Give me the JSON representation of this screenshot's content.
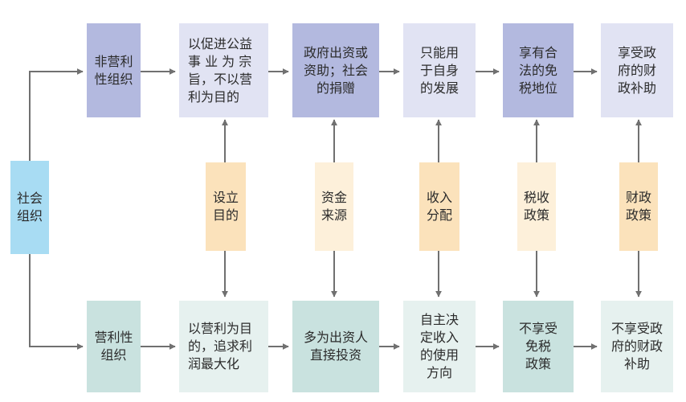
{
  "diagram": {
    "root": "社会\n组织",
    "top_row": [
      "非营利\n性组织",
      "以促进公益\n事 业 为 宗\n旨，不以营\n利为目的",
      "政府出资或\n资助；社会\n的捐赠",
      "只能用\n于自身\n的发展",
      "享有合\n法的免\n税地位",
      "享受政\n府的财\n政补助"
    ],
    "middle_row": [
      "设立\n目的",
      "资金\n来源",
      "收入\n分配",
      "税收\n政策",
      "财政\n政策"
    ],
    "bottom_row": [
      "营利性\n组织",
      "以营利为目\n的，追求利\n润最大化",
      "多为出资人\n直接投资",
      "自主决\n定收入\n的使用\n方向",
      "不享受\n免税\n政策",
      "不享受政\n府的财政\n补助"
    ],
    "colors": {
      "root": "#a8dcf3",
      "top_dark": "#b3b9df",
      "top_light": "#e1e3f3",
      "middle_dark": "#fbe2bb",
      "middle_light": "#fdf0da",
      "bottom_dark": "#c9e2df",
      "bottom_light": "#e6f1ef",
      "arrow": "#707070"
    }
  }
}
